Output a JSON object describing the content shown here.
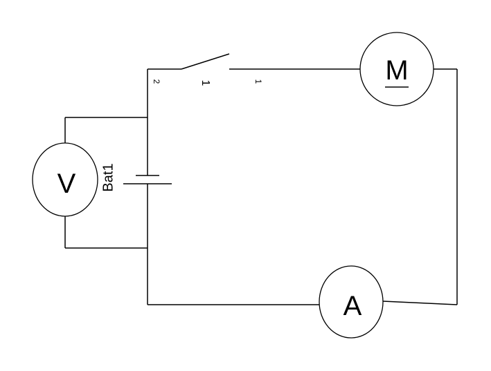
{
  "diagram": {
    "voltmeter": {
      "symbol": "V"
    },
    "motor": {
      "symbol": "M"
    },
    "ammeter": {
      "symbol": "A"
    },
    "battery": {
      "label": "Bat1"
    },
    "switch": {
      "pin_left": "2",
      "pin_right": "1",
      "label": "1"
    }
  }
}
